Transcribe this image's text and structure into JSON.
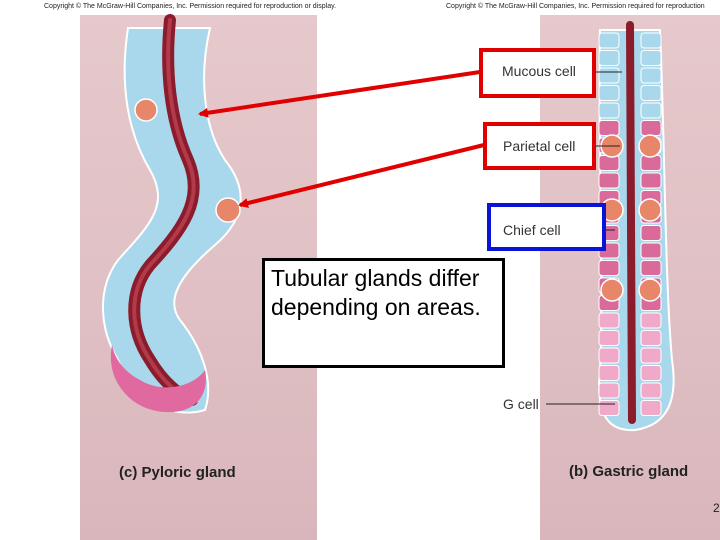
{
  "copyright": {
    "left": "Copyright © The McGraw-Hill Companies, Inc. Permission required for reproduction or display.",
    "right": "Copyright © The McGraw-Hill Companies, Inc. Permission required for reproduction"
  },
  "labels": {
    "mucous": "Mucous cell",
    "parietal": "Parietal cell",
    "chief": "Chief cell",
    "g_cell": "G cell"
  },
  "note": "Tubular glands differ depending on areas.",
  "captions": {
    "pyloric": "(c)  Pyloric gland",
    "gastric": "(b)  Gastric gland"
  },
  "page_number": "2",
  "colors": {
    "highlight_red": "#e00000",
    "highlight_blue": "#0a14d8",
    "lumen": "#8a1c2c",
    "mucous_cell": "#a9d8ec",
    "parietal_cell": "#e8866a",
    "chief_cell": "#d96a9a",
    "g_cell": "#f0a9c9",
    "tissue": "#e0c3c6"
  }
}
